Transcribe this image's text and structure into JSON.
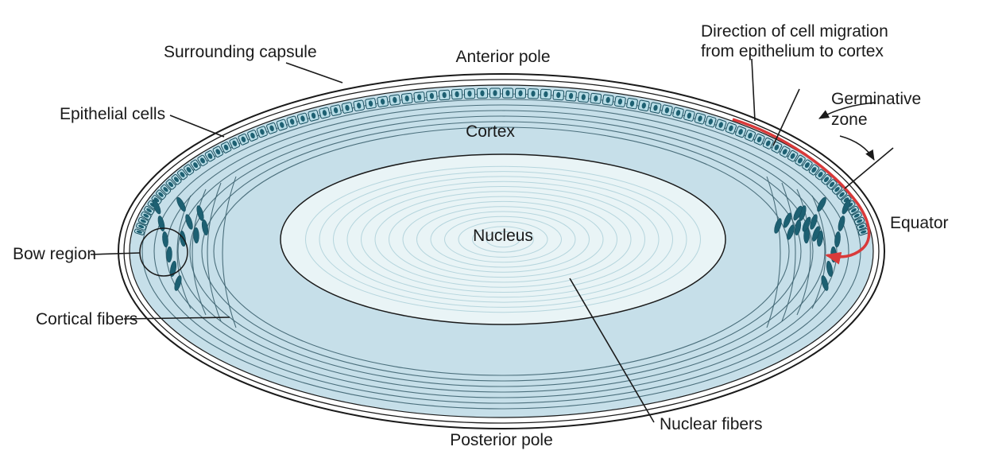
{
  "diagram": {
    "labels": {
      "surrounding_capsule": "Surrounding capsule",
      "anterior_pole": "Anterior pole",
      "migration_line1": "Direction of cell migration",
      "migration_line2": "from epithelium to cortex",
      "germinative_line1": "Germinative",
      "germinative_line2": "zone",
      "epithelial_cells": "Epithelial cells",
      "cortex": "Cortex",
      "nucleus": "Nucleus",
      "equator": "Equator",
      "bow_region": "Bow region",
      "cortical_fibers": "Cortical fibers",
      "posterior_pole": "Posterior pole",
      "nuclear_fibers": "Nuclear fibers"
    },
    "colors": {
      "cortex_fill": "#c6dfe9",
      "nucleus_fill": "#e9f4f6",
      "nucleus_ring": "#b5d5dd",
      "fiber_stroke": "#3d6370",
      "cell_fill": "#b7dce6",
      "cell_stroke": "#164e5e",
      "cell_nucleus": "#1d6072",
      "migration_arrow": "#d93a3a",
      "outline": "#1a1a1a",
      "background": "#ffffff"
    }
  }
}
